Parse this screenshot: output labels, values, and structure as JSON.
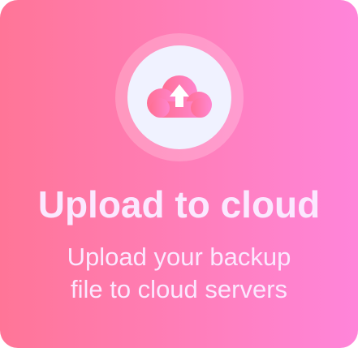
{
  "card": {
    "icon": "cloud-upload-icon",
    "title": "Upload to cloud",
    "subtitle_lines": [
      "Upload your backup",
      "file to cloud servers"
    ]
  },
  "colors": {
    "gradient_start": "#ff7597",
    "gradient_end": "#ff85da",
    "text": "#fbe8ff",
    "icon_background": "#f0f2ff"
  }
}
